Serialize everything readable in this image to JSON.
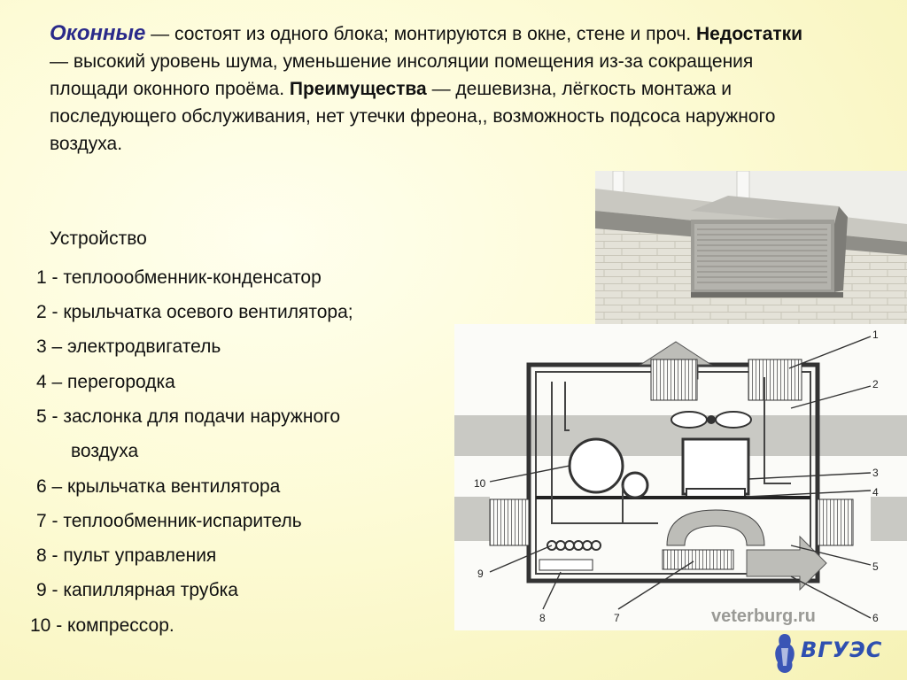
{
  "intro": {
    "title": "Оконные",
    "part1": " — состоят из одного блока; монтируются в окне, стене и проч. ",
    "disadvantages_label": "Недостатки",
    "part2": " — высокий уровень шума, уменьшение инсоляции помещения из-за сокращения площади оконного проёма. ",
    "advantages_label": "Преимущества",
    "part3": " — дешевизна, лёгкость монтажа и последующего обслуживания, нет утечки фреона,, возможность подсоса наружного воздуха."
  },
  "device": {
    "title": "Устройство",
    "items": [
      "1 - теплоообменник-конденсатор",
      "2 - крыльчатка осевого вентилятора;",
      "3 – электродвигатель",
      "4 – перегородка",
      "5 - заслонка для подачи наружного",
      "воздуха",
      "6 – крыльчатка вентилятора",
      "7 - теплообменник-испаритель",
      "8 - пульт управления",
      "9 - капиллярная трубка",
      "10 - компрессор."
    ]
  },
  "diagram": {
    "watermark": "veterburg.ru",
    "labels": [
      "1",
      "2",
      "3",
      "4",
      "5",
      "6",
      "7",
      "8",
      "9",
      "10"
    ]
  },
  "logo": {
    "text": "ВГУЭС"
  }
}
